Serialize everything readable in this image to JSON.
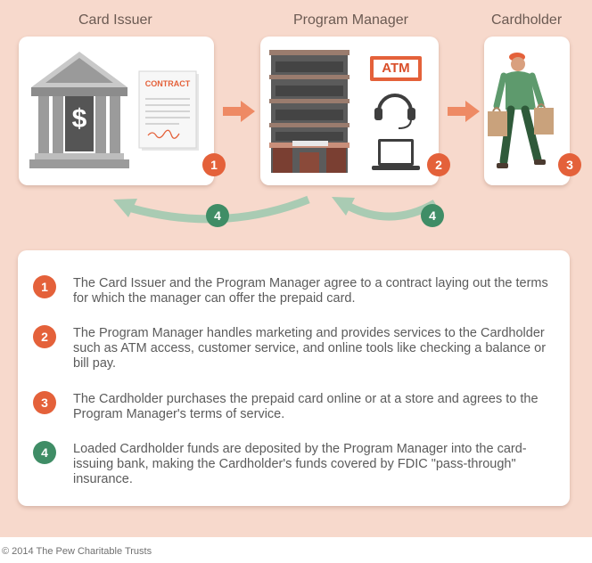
{
  "headings": {
    "card_issuer": "Card Issuer",
    "program_manager": "Program Manager",
    "cardholder": "Cardholder"
  },
  "card_issuer": {
    "contract_label": "CONTRACT",
    "bank_symbol": "$",
    "step": "1"
  },
  "program_manager": {
    "atm_label": "ATM",
    "step": "2"
  },
  "cardholder": {
    "step": "3"
  },
  "return_flows": [
    {
      "step": "4"
    },
    {
      "step": "4"
    }
  ],
  "legend": [
    {
      "step": "1",
      "text": "The Card Issuer and the Program Manager agree to a contract laying out the terms for which the manager can offer the prepaid card."
    },
    {
      "step": "2",
      "text": "The Program Manager handles marketing and provides services to the Cardholder such as ATM access, customer service, and online tools like checking a balance or bill pay."
    },
    {
      "step": "3",
      "text": "The Cardholder purchases the prepaid card online or at a store and agrees to the Program Manager's terms of service."
    },
    {
      "step": "4",
      "text": "Loaded Cardholder funds are deposited by the Program Manager into the card-issuing bank, making the Cardholder's funds covered by FDIC \"pass-through\" insurance."
    }
  ],
  "footer": "© 2014 The Pew Charitable Trusts",
  "colors": {
    "background": "#f7d9cc",
    "orange": "#e4613a",
    "green": "#3f8d66",
    "arrow_green": "#a9cbb3",
    "arrow_orange": "#ee8a64"
  }
}
